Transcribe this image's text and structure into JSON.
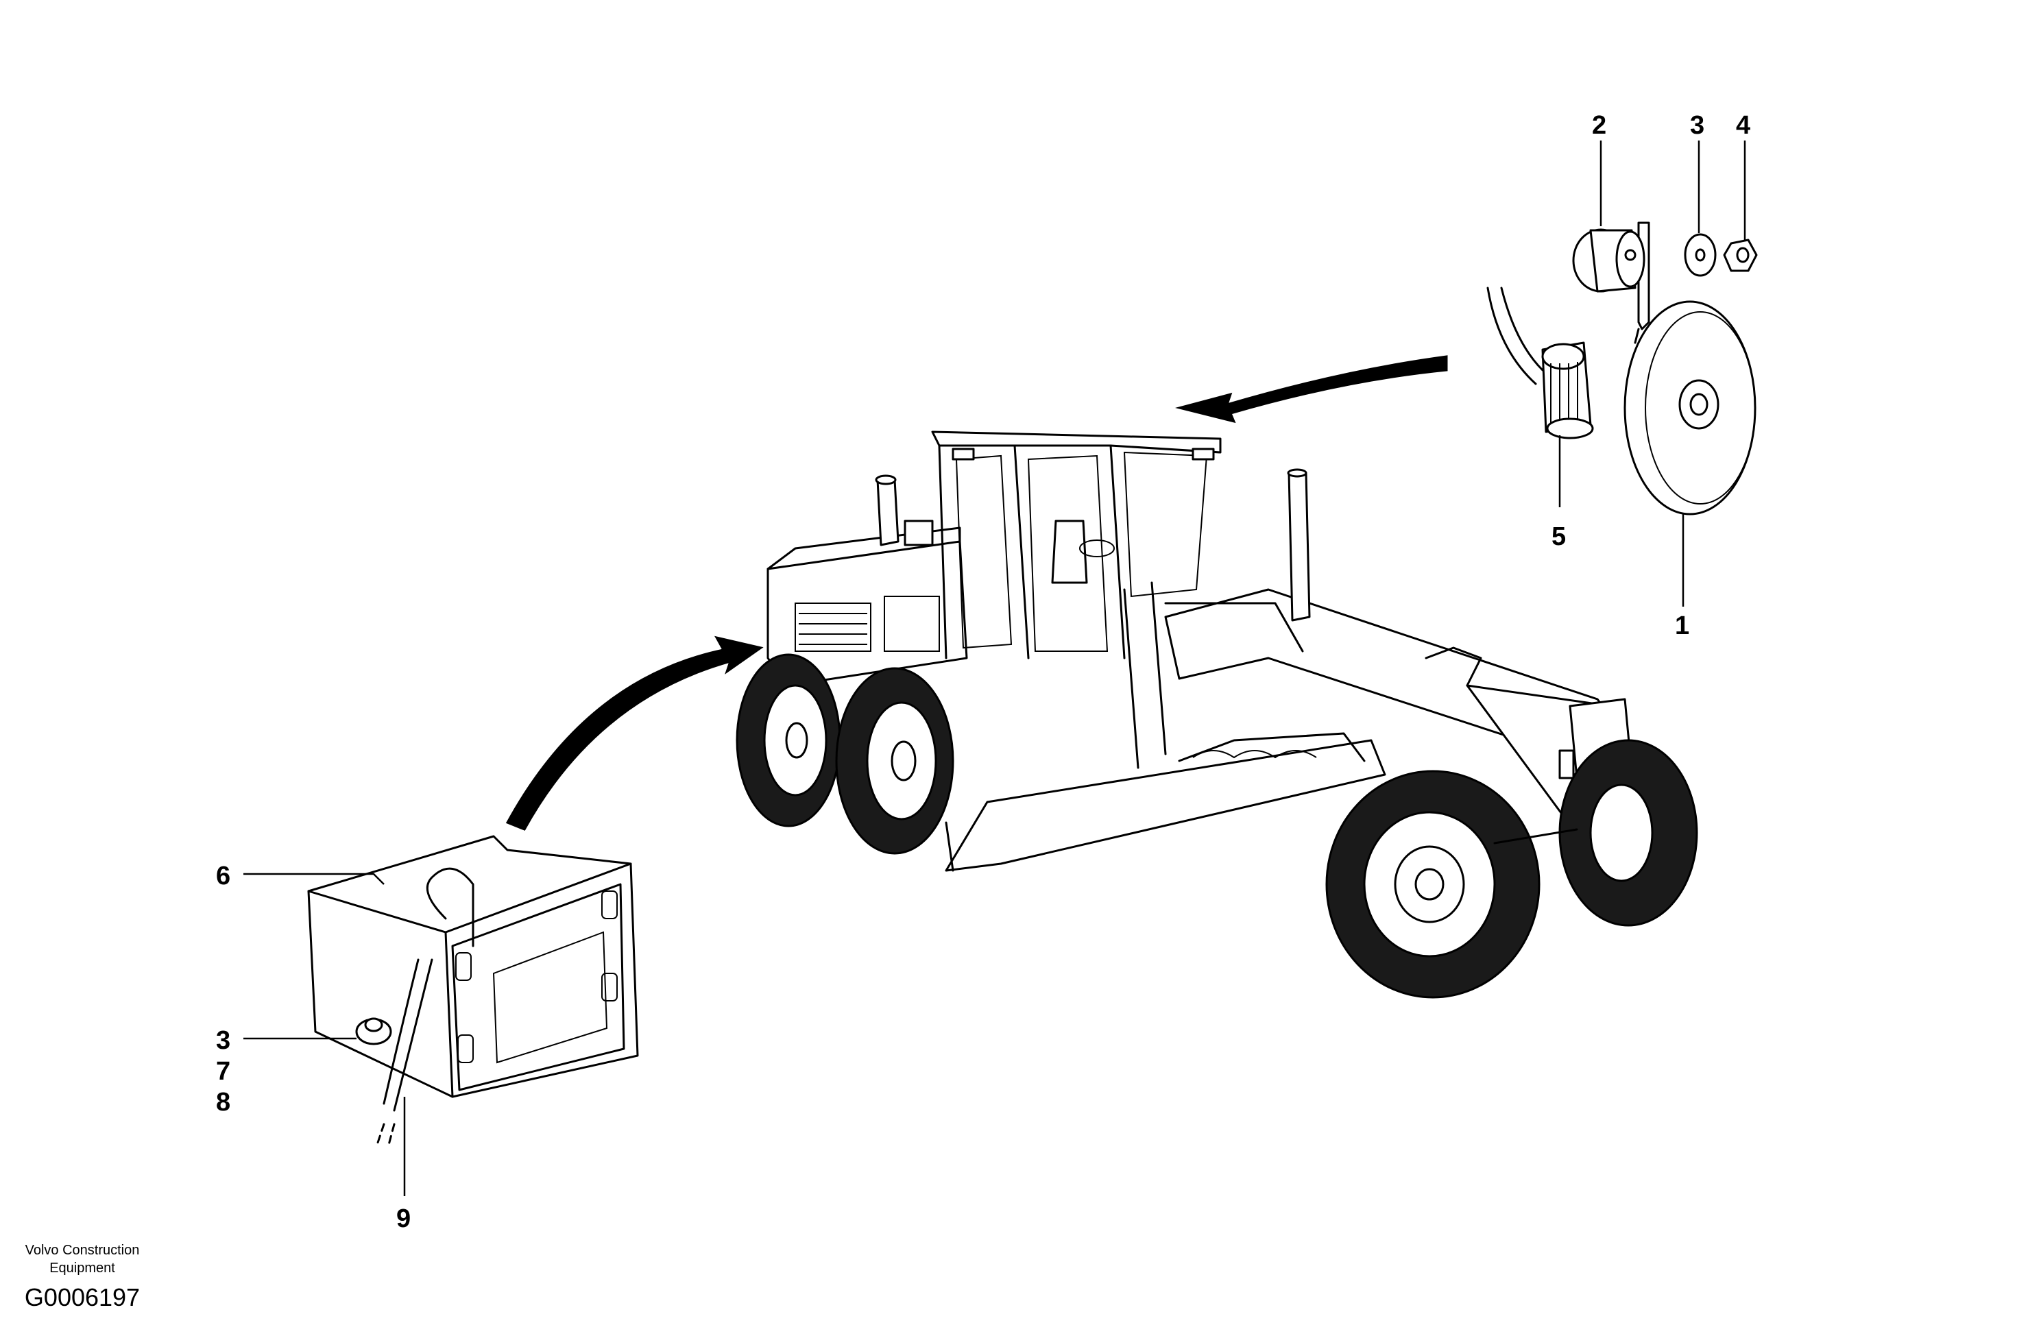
{
  "callouts": {
    "c1": "1",
    "c2": "2",
    "c3_horn": "3",
    "c4": "4",
    "c5": "5",
    "c6": "6",
    "c3_battery": "3",
    "c7": "7",
    "c8": "8",
    "c9": "9"
  },
  "footer": {
    "credit_line1": "Volvo Construction",
    "credit_line2": "Equipment",
    "figure_id": "G0006197"
  },
  "parts": {
    "machine": "motor-grader",
    "horn_assembly": "horn",
    "battery_assembly": "battery"
  }
}
